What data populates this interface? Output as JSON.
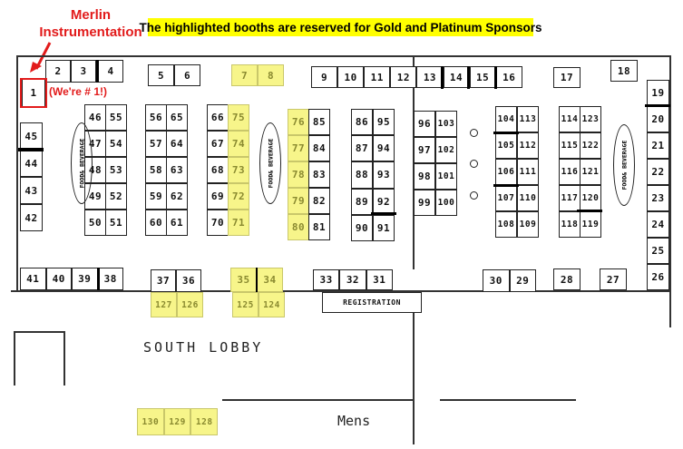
{
  "banner": "The highlighted booths are reserved for Gold and Platinum Sponsors",
  "callout": {
    "line1": "Merlin",
    "line2": "Instrumentation",
    "note": "(We're # 1!)",
    "booth": "1"
  },
  "colors": {
    "highlight": "#f7f58a",
    "callout": "#e21b1b",
    "banner": "#ffff00"
  },
  "food_beverage_label": "FOOD& BEVERAGE",
  "registration_label": "REGISTRATION",
  "south_lobby_label": "SOUTH LOBBY",
  "mens_label": "Mens",
  "booths": [
    {
      "n": "1",
      "hl": false
    },
    {
      "n": "2",
      "hl": false
    },
    {
      "n": "3",
      "hl": false
    },
    {
      "n": "4",
      "hl": false
    },
    {
      "n": "5",
      "hl": false
    },
    {
      "n": "6",
      "hl": false
    },
    {
      "n": "7",
      "hl": true
    },
    {
      "n": "8",
      "hl": true
    },
    {
      "n": "9",
      "hl": false
    },
    {
      "n": "10",
      "hl": false
    },
    {
      "n": "11",
      "hl": false
    },
    {
      "n": "12",
      "hl": false
    },
    {
      "n": "13",
      "hl": false
    },
    {
      "n": "14",
      "hl": false
    },
    {
      "n": "15",
      "hl": false
    },
    {
      "n": "16",
      "hl": false
    },
    {
      "n": "17",
      "hl": false
    },
    {
      "n": "18",
      "hl": false
    },
    {
      "n": "19",
      "hl": false
    },
    {
      "n": "20",
      "hl": false
    },
    {
      "n": "21",
      "hl": false
    },
    {
      "n": "22",
      "hl": false
    },
    {
      "n": "23",
      "hl": false
    },
    {
      "n": "24",
      "hl": false
    },
    {
      "n": "25",
      "hl": false
    },
    {
      "n": "26",
      "hl": false
    },
    {
      "n": "27",
      "hl": false
    },
    {
      "n": "28",
      "hl": false
    },
    {
      "n": "29",
      "hl": false
    },
    {
      "n": "30",
      "hl": false
    },
    {
      "n": "31",
      "hl": false
    },
    {
      "n": "32",
      "hl": false
    },
    {
      "n": "33",
      "hl": false
    },
    {
      "n": "34",
      "hl": true
    },
    {
      "n": "35",
      "hl": true
    },
    {
      "n": "36",
      "hl": false
    },
    {
      "n": "37",
      "hl": false
    },
    {
      "n": "38",
      "hl": false
    },
    {
      "n": "39",
      "hl": false
    },
    {
      "n": "40",
      "hl": false
    },
    {
      "n": "41",
      "hl": false
    },
    {
      "n": "42",
      "hl": false
    },
    {
      "n": "43",
      "hl": false
    },
    {
      "n": "44",
      "hl": false
    },
    {
      "n": "45",
      "hl": false
    },
    {
      "n": "46",
      "hl": false
    },
    {
      "n": "47",
      "hl": false
    },
    {
      "n": "48",
      "hl": false
    },
    {
      "n": "49",
      "hl": false
    },
    {
      "n": "50",
      "hl": false
    },
    {
      "n": "51",
      "hl": false
    },
    {
      "n": "52",
      "hl": false
    },
    {
      "n": "53",
      "hl": false
    },
    {
      "n": "54",
      "hl": false
    },
    {
      "n": "55",
      "hl": false
    },
    {
      "n": "56",
      "hl": false
    },
    {
      "n": "57",
      "hl": false
    },
    {
      "n": "58",
      "hl": false
    },
    {
      "n": "59",
      "hl": false
    },
    {
      "n": "60",
      "hl": false
    },
    {
      "n": "61",
      "hl": false
    },
    {
      "n": "62",
      "hl": false
    },
    {
      "n": "63",
      "hl": false
    },
    {
      "n": "64",
      "hl": false
    },
    {
      "n": "65",
      "hl": false
    },
    {
      "n": "66",
      "hl": false
    },
    {
      "n": "67",
      "hl": false
    },
    {
      "n": "68",
      "hl": false
    },
    {
      "n": "69",
      "hl": false
    },
    {
      "n": "70",
      "hl": false
    },
    {
      "n": "71",
      "hl": true
    },
    {
      "n": "72",
      "hl": true
    },
    {
      "n": "73",
      "hl": true
    },
    {
      "n": "74",
      "hl": true
    },
    {
      "n": "75",
      "hl": true
    },
    {
      "n": "76",
      "hl": true
    },
    {
      "n": "77",
      "hl": true
    },
    {
      "n": "78",
      "hl": true
    },
    {
      "n": "79",
      "hl": true
    },
    {
      "n": "80",
      "hl": true
    },
    {
      "n": "81",
      "hl": false
    },
    {
      "n": "82",
      "hl": false
    },
    {
      "n": "83",
      "hl": false
    },
    {
      "n": "84",
      "hl": false
    },
    {
      "n": "85",
      "hl": false
    },
    {
      "n": "86",
      "hl": false
    },
    {
      "n": "87",
      "hl": false
    },
    {
      "n": "88",
      "hl": false
    },
    {
      "n": "89",
      "hl": false
    },
    {
      "n": "90",
      "hl": false
    },
    {
      "n": "91",
      "hl": false
    },
    {
      "n": "92",
      "hl": false
    },
    {
      "n": "93",
      "hl": false
    },
    {
      "n": "94",
      "hl": false
    },
    {
      "n": "95",
      "hl": false
    },
    {
      "n": "96",
      "hl": false
    },
    {
      "n": "97",
      "hl": false
    },
    {
      "n": "98",
      "hl": false
    },
    {
      "n": "99",
      "hl": false
    },
    {
      "n": "100",
      "hl": false
    },
    {
      "n": "101",
      "hl": false
    },
    {
      "n": "102",
      "hl": false
    },
    {
      "n": "103",
      "hl": false
    },
    {
      "n": "104",
      "hl": false
    },
    {
      "n": "105",
      "hl": false
    },
    {
      "n": "106",
      "hl": false
    },
    {
      "n": "107",
      "hl": false
    },
    {
      "n": "108",
      "hl": false
    },
    {
      "n": "109",
      "hl": false
    },
    {
      "n": "110",
      "hl": false
    },
    {
      "n": "111",
      "hl": false
    },
    {
      "n": "112",
      "hl": false
    },
    {
      "n": "113",
      "hl": false
    },
    {
      "n": "114",
      "hl": false
    },
    {
      "n": "115",
      "hl": false
    },
    {
      "n": "116",
      "hl": false
    },
    {
      "n": "117",
      "hl": false
    },
    {
      "n": "118",
      "hl": false
    },
    {
      "n": "119",
      "hl": false
    },
    {
      "n": "120",
      "hl": false
    },
    {
      "n": "121",
      "hl": false
    },
    {
      "n": "122",
      "hl": false
    },
    {
      "n": "123",
      "hl": false
    },
    {
      "n": "124",
      "hl": true
    },
    {
      "n": "125",
      "hl": true
    },
    {
      "n": "126",
      "hl": true
    },
    {
      "n": "127",
      "hl": true
    },
    {
      "n": "128",
      "hl": true
    },
    {
      "n": "129",
      "hl": true
    },
    {
      "n": "130",
      "hl": true
    }
  ]
}
